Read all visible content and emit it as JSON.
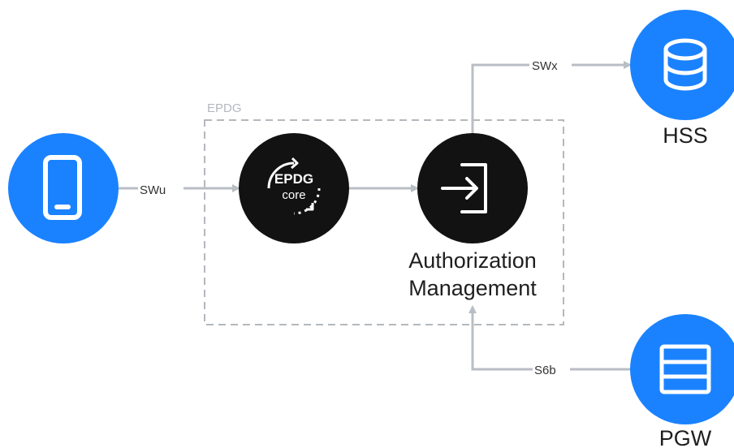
{
  "group": {
    "label": "EPDG"
  },
  "nodes": {
    "ue": {
      "icon": "mobile-phone-icon"
    },
    "epdg_core": {
      "icon": "epdg-core-icon",
      "line1": "EPDG",
      "line2": "core"
    },
    "auth": {
      "icon": "sign-in-arrow-icon",
      "line1": "Authorization",
      "line2": "Management"
    },
    "hss": {
      "icon": "database-icon",
      "label": "HSS"
    },
    "pgw": {
      "icon": "server-icon",
      "label": "PGW"
    }
  },
  "edges": {
    "swu": "SWu",
    "swx": "SWx",
    "s6b": "S6b"
  },
  "colors": {
    "accent_blue": "#1a82ff",
    "node_dark": "#121212",
    "edge_gray": "#b9bec4",
    "group_border": "#b4b8bd"
  }
}
